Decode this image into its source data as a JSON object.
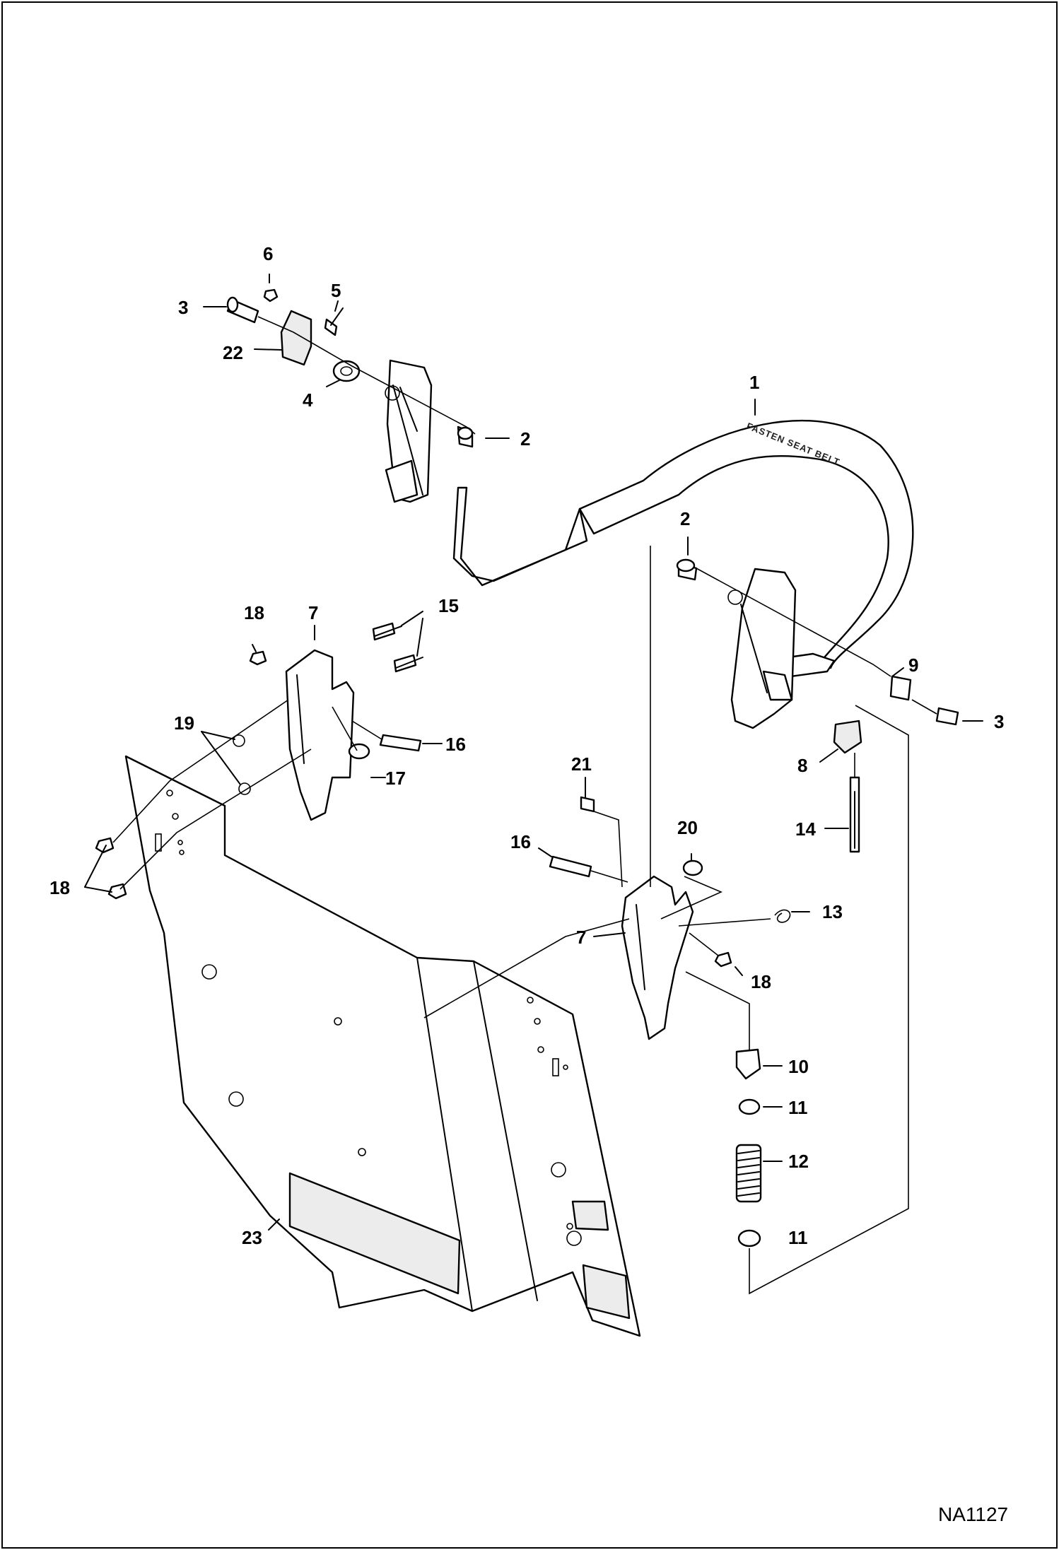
{
  "diagram": {
    "reference_code": "NA1127",
    "stamp_text": "FASTEN SEAT BELT",
    "callouts": [
      {
        "id": "c1",
        "text": "1"
      },
      {
        "id": "c2a",
        "text": "2"
      },
      {
        "id": "c2b",
        "text": "2"
      },
      {
        "id": "c3a",
        "text": "3"
      },
      {
        "id": "c3b",
        "text": "3"
      },
      {
        "id": "c4",
        "text": "4"
      },
      {
        "id": "c5",
        "text": "5"
      },
      {
        "id": "c6",
        "text": "6"
      },
      {
        "id": "c7a",
        "text": "7"
      },
      {
        "id": "c7b",
        "text": "7"
      },
      {
        "id": "c8",
        "text": "8"
      },
      {
        "id": "c9",
        "text": "9"
      },
      {
        "id": "c10",
        "text": "10"
      },
      {
        "id": "c11a",
        "text": "11"
      },
      {
        "id": "c11b",
        "text": "11"
      },
      {
        "id": "c12",
        "text": "12"
      },
      {
        "id": "c13",
        "text": "13"
      },
      {
        "id": "c14",
        "text": "14"
      },
      {
        "id": "c15",
        "text": "15"
      },
      {
        "id": "c16a",
        "text": "16"
      },
      {
        "id": "c16b",
        "text": "16"
      },
      {
        "id": "c17",
        "text": "17"
      },
      {
        "id": "c18a",
        "text": "18"
      },
      {
        "id": "c18b",
        "text": "18"
      },
      {
        "id": "c18c",
        "text": "18"
      },
      {
        "id": "c19",
        "text": "19"
      },
      {
        "id": "c20",
        "text": "20"
      },
      {
        "id": "c21",
        "text": "21"
      },
      {
        "id": "c22",
        "text": "22"
      },
      {
        "id": "c23",
        "text": "23"
      }
    ]
  }
}
